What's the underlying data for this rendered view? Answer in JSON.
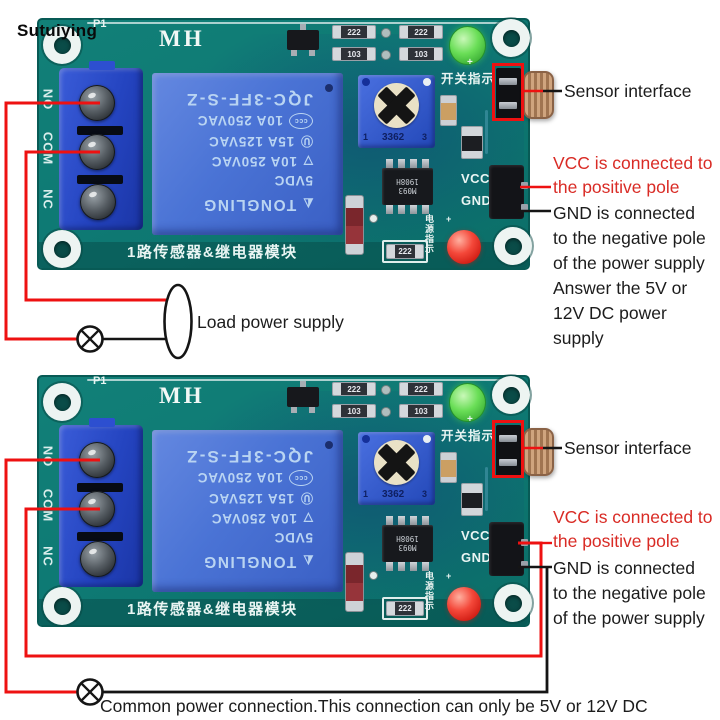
{
  "colors": {
    "board_teal": "#0f7a74",
    "relay_blue": "#4a73d5",
    "terminal_blue": "#2444c0",
    "wire_red": "#ee1111",
    "annotation_red": "#d92b25",
    "ink_black": "#1c1c1c",
    "led_green": "#6ade57",
    "led_red": "#f4483a"
  },
  "watermark": {
    "text": "Sutuiying"
  },
  "module": {
    "designator": "P1",
    "brand": "MH",
    "terminal_labels": [
      "NO",
      "COM",
      "NC"
    ],
    "relay": {
      "lines": [
        "JQC-3FF-S-Z",
        "10A 250VAC",
        "15A 125VAC",
        "10A 250VAC",
        "5VDC",
        "TONGLING"
      ],
      "cert_ccc": "ccc",
      "cert_ul_glyph": "Ⓤ",
      "cert_tri_glyph": "▽",
      "brand_logo_glyph": "◭"
    },
    "potentiometer": {
      "model": "3362",
      "pin_left": "1",
      "pin_right": "3"
    },
    "ic": {
      "line1": "M093",
      "line2": "1908H"
    },
    "smd": {
      "r1": "222",
      "r2": "103",
      "r3": "222",
      "r4": "103",
      "r5": "222"
    },
    "labels": {
      "switch_indicator": "开关指示",
      "power_indicator": "电源指示",
      "plus": "+",
      "vcc": "VCC",
      "gnd": "GND",
      "title": "1路传感器&继电器模块"
    }
  },
  "annotations": {
    "sensor": "Sensor interface",
    "vcc": [
      "VCC is connected to",
      "the positive pole"
    ],
    "gnd_full": [
      "GND is connected",
      "to the negative pole",
      "of the power supply",
      "Answer the 5V or",
      "12V DC power",
      "supply"
    ],
    "gnd_short": [
      "GND is connected",
      "to the negative pole",
      "of the power supply"
    ],
    "load": "Load power supply",
    "common": "Common power connection.This connection can only be 5V or 12V DC"
  }
}
